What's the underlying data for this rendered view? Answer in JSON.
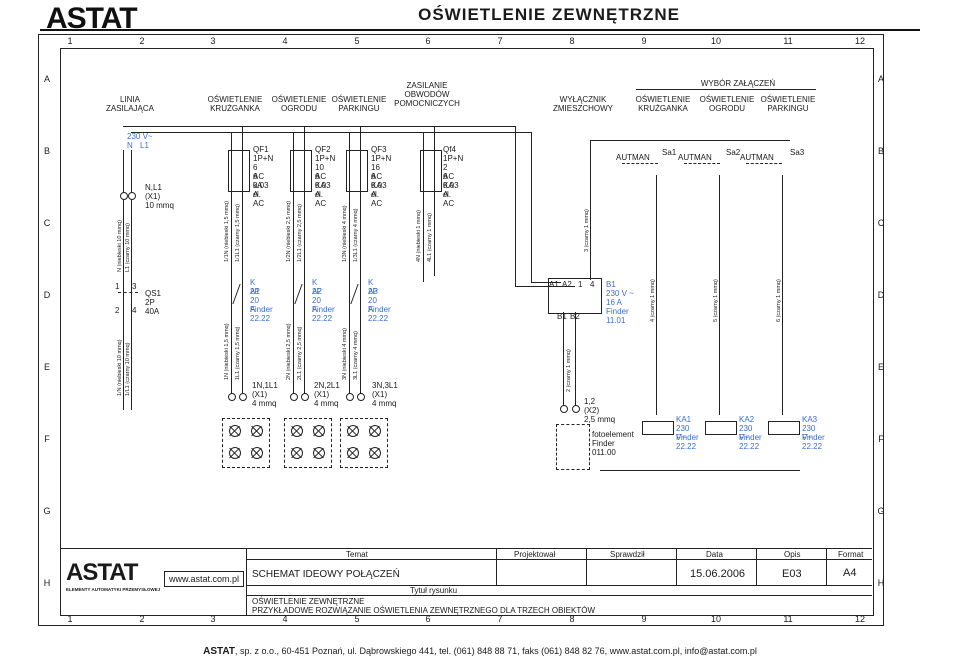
{
  "header": {
    "brand": "ASTAT",
    "title": "OŚWIETLENIE ZEWNĘTRZNE"
  },
  "columns": [
    "1",
    "2",
    "3",
    "4",
    "5",
    "6",
    "7",
    "8",
    "9",
    "10",
    "11",
    "12"
  ],
  "rows": [
    "A",
    "B",
    "C",
    "D",
    "E",
    "F",
    "G",
    "H"
  ],
  "sections": {
    "linia": "LINIA ZASILAJĄCA",
    "osw_kruzganka": "OŚWIETLENIE KRUŻGANKA",
    "osw_ogrodu": "OŚWIETLENIE OGRODU",
    "osw_parkingu": "OŚWIETLENIE PARKINGU",
    "zasilanie": "ZASILANIE OBWODÓW POMOCNICZYCH",
    "wylacznik": "WYŁĄCZNIK ZMIESZCHOWY",
    "wybor": "WYBÓR ZAŁĄCZEŃ",
    "w_kruzganka": "OŚWIETLENIE KRUŻGANKA",
    "w_ogrodu": "OŚWIETLENIE OGRODU",
    "w_parkingu": "OŚWIETLENIE PARKINGU"
  },
  "supply": {
    "voltage": "230 V~",
    "n": "N",
    "l1": "L1",
    "cable": "N,L1",
    "x1": "(X1)",
    "mmq": "10 mmq",
    "wire_n": "N (niebieski 10 mmq)",
    "wire_l": "L1 (czarny 10 mmq)",
    "wire_1n": "1/N (niebieski 10 mmq)",
    "wire_1l": "1/L1 (czarny 10 mmq)"
  },
  "qs1": {
    "name": "QS1",
    "poles": "2P",
    "rating": "40A",
    "t1": "1",
    "t3": "3",
    "t2": "2",
    "t4": "4"
  },
  "breakers": [
    {
      "name": "QF1",
      "type": "1P+N",
      "rating": "6 AC",
      "ka": "6 kA",
      "id": "0.03 A",
      "cl": "cl. AC"
    },
    {
      "name": "QF2",
      "type": "1P+N",
      "rating": "10 AC",
      "ka": "6 KA",
      "id": "0.03 A",
      "cl": "cl. AC"
    },
    {
      "name": "QF3",
      "type": "1P+N",
      "rating": "16 AC",
      "ka": "6 KA",
      "id": "0.03 A",
      "cl": "cl. AC"
    },
    {
      "name": "Qf4",
      "type": "1P+N",
      "rating": "2 AC",
      "ka": "6 KA",
      "id": "0.03 A",
      "cl": "cl. AC"
    }
  ],
  "contactors": [
    {
      "name": "K A1",
      "poles": "2P",
      "rating": "20  A",
      "make": "Finder",
      "model": "22.22"
    },
    {
      "name": "K A2",
      "poles": "2P",
      "rating": "20  A",
      "make": "Finder",
      "model": "22.22"
    },
    {
      "name": "K A3",
      "poles": "2P",
      "rating": "20  A",
      "make": "Finder",
      "model": "22.22"
    }
  ],
  "outputs": [
    {
      "cable": "1N,1L1",
      "x1": "(X1)",
      "mmq": "4 mmq"
    },
    {
      "cable": "2N,2L1",
      "x1": "(X1)",
      "mmq": "4 mmq"
    },
    {
      "cable": "3N,3L1",
      "x1": "(X1)",
      "mmq": "4 mmq"
    }
  ],
  "wires": {
    "w1a": "1/1N (niebieski 1,5 mmq)",
    "w1b": "1/1L1 (czarny 1,5 mmq)",
    "w2a": "1/2N (niebieski 2,5 mmq)",
    "w2b": "1/2L1 (czarny 2,5 mmq)",
    "w3a": "1/3N (niebieski 4 mmq)",
    "w3b": "1/3L1 (czarny 4 mmq)",
    "w4a": "4N (niebieski 1 mmq)",
    "w4b": "4L1 (czarny 1 mmq)",
    "d1a": "1N (niebieski 1,5 mmq)",
    "d1b": "1L1 (czarny 1,5 mmq)",
    "d2a": "2N (niebieski 2,5 mmq)",
    "d2b": "2L1 (czarny 2,5 mmq)",
    "d3a": "3N (niebieski 4 mmq)",
    "d3b": "3L1 (czarny 4 mmq)",
    "w5": "3 (czarny 1 mmq)",
    "w6": "2 (czarny 1 mmq)",
    "w7": "4 (czarny 1 mmq)",
    "w8": "5 (czarny 1 mmq)",
    "w9": "6 (czarny 1 mmq)"
  },
  "b1": {
    "name": "B1",
    "voltage": "230 V ~",
    "rating": "16 A",
    "make": "Finder",
    "model": "11.01",
    "a1": "A1",
    "a2": "A2",
    "b1": "B1",
    "b2": "B2",
    "c1": "1",
    "c4": "4"
  },
  "photo": {
    "cable": "1,2",
    "x2": "(X2)",
    "mmq": "2,5 mmq",
    "label": "fotoelement",
    "make": "Finder",
    "model": "011.00"
  },
  "selectors": [
    {
      "name": "Sa1",
      "aut": "AUT",
      "man": "MAN"
    },
    {
      "name": "Sa2",
      "aut": "AUT",
      "man": "MAN"
    },
    {
      "name": "Sa3",
      "aut": "AUT",
      "man": "MAN"
    }
  ],
  "relays": [
    {
      "name": "KA1",
      "voltage": "230 V~",
      "make": "Finder",
      "model": "22.22"
    },
    {
      "name": "KA2",
      "voltage": "230 V~",
      "make": "Finder",
      "model": "22.22"
    },
    {
      "name": "KA3",
      "voltage": "230 V~",
      "make": "Finder",
      "model": "22.22"
    }
  ],
  "titleblock": {
    "temat": "Temat",
    "projektowal": "Projektował",
    "sprawdzil": "Sprawdził",
    "data": "Data",
    "opis": "Opis",
    "format": "Format",
    "schemat": "SCHEMAT IDEOWY POŁĄCZEŃ",
    "date": "15.06.2006",
    "code": "E03",
    "size": "A4",
    "tytul": "Tytuł rysunku",
    "line1": "OŚWIETLENIE ZEWNĘTRZNE",
    "line2": "PRZYKŁADOWE ROZWIĄZANIE OŚWIETLENIA ZEWNĘTRZNEGO DLA TRZECH OBIEKTÓW",
    "logo": "ASTAT",
    "logo_sub": "ELEMENTY AUTOMATYKI PRZEMYSŁOWEJ",
    "www": "www.astat.com.pl"
  },
  "footer": {
    "brand": "ASTAT",
    "text": ", sp. z o.o., 60-451 Poznań, ul. Dąbrowskiego 441, tel. (061) 848 88 71, faks (061) 848 82 76, www.astat.com.pl, info@astat.com.pl"
  }
}
